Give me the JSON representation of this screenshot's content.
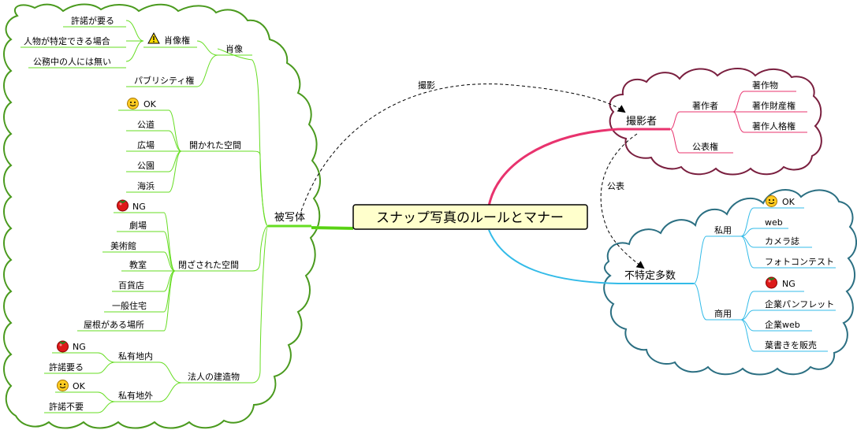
{
  "central": {
    "title": "スナップ写真のルールとマナー"
  },
  "left_branch": {
    "title": "被写体",
    "portrait": {
      "title": "肖像",
      "right": {
        "title": "肖像権",
        "items": [
          "許諾が要る",
          "人物が特定できる場合",
          "公務中の人には無い"
        ]
      },
      "publicity": "パブリシティ権"
    },
    "open_space": {
      "title": "開かれた空間",
      "status": "OK",
      "items": [
        "公道",
        "広場",
        "公園",
        "海浜"
      ]
    },
    "closed_space": {
      "title": "閉ざされた空間",
      "status": "NG",
      "items": [
        "劇場",
        "美術館",
        "教室",
        "百貨店",
        "一般住宅",
        "屋根がある場所"
      ]
    },
    "corporate": {
      "title": "法人の建造物",
      "inside": {
        "title": "私有地内",
        "status": "NG",
        "item": "許諾要る"
      },
      "outside": {
        "title": "私有地外",
        "status": "OK",
        "item": "許諾不要"
      }
    }
  },
  "photographer": {
    "title": "撮影者",
    "author": {
      "title": "著作者",
      "items": [
        "著作物",
        "著作財産権",
        "著作人格権"
      ]
    },
    "publication": "公表権"
  },
  "public": {
    "title": "不特定多数",
    "private_use": {
      "title": "私用",
      "status": "OK",
      "items": [
        "web",
        "カメラ誌",
        "フォトコンテスト"
      ]
    },
    "commercial_use": {
      "title": "商用",
      "status": "NG",
      "items": [
        "企業パンフレット",
        "企業web",
        "葉書きを販売"
      ]
    }
  },
  "relations": {
    "shoot": "撮影",
    "publish": "公表"
  },
  "colors": {
    "left_branch": "#66dd22",
    "left_cloud": "#4a9a1e",
    "photographer_branch": "#e8336e",
    "photographer_cloud": "#7a1f3f",
    "public_branch": "#33bbe8",
    "public_cloud": "#2b6f82",
    "central_fill": "#ffffcc"
  }
}
